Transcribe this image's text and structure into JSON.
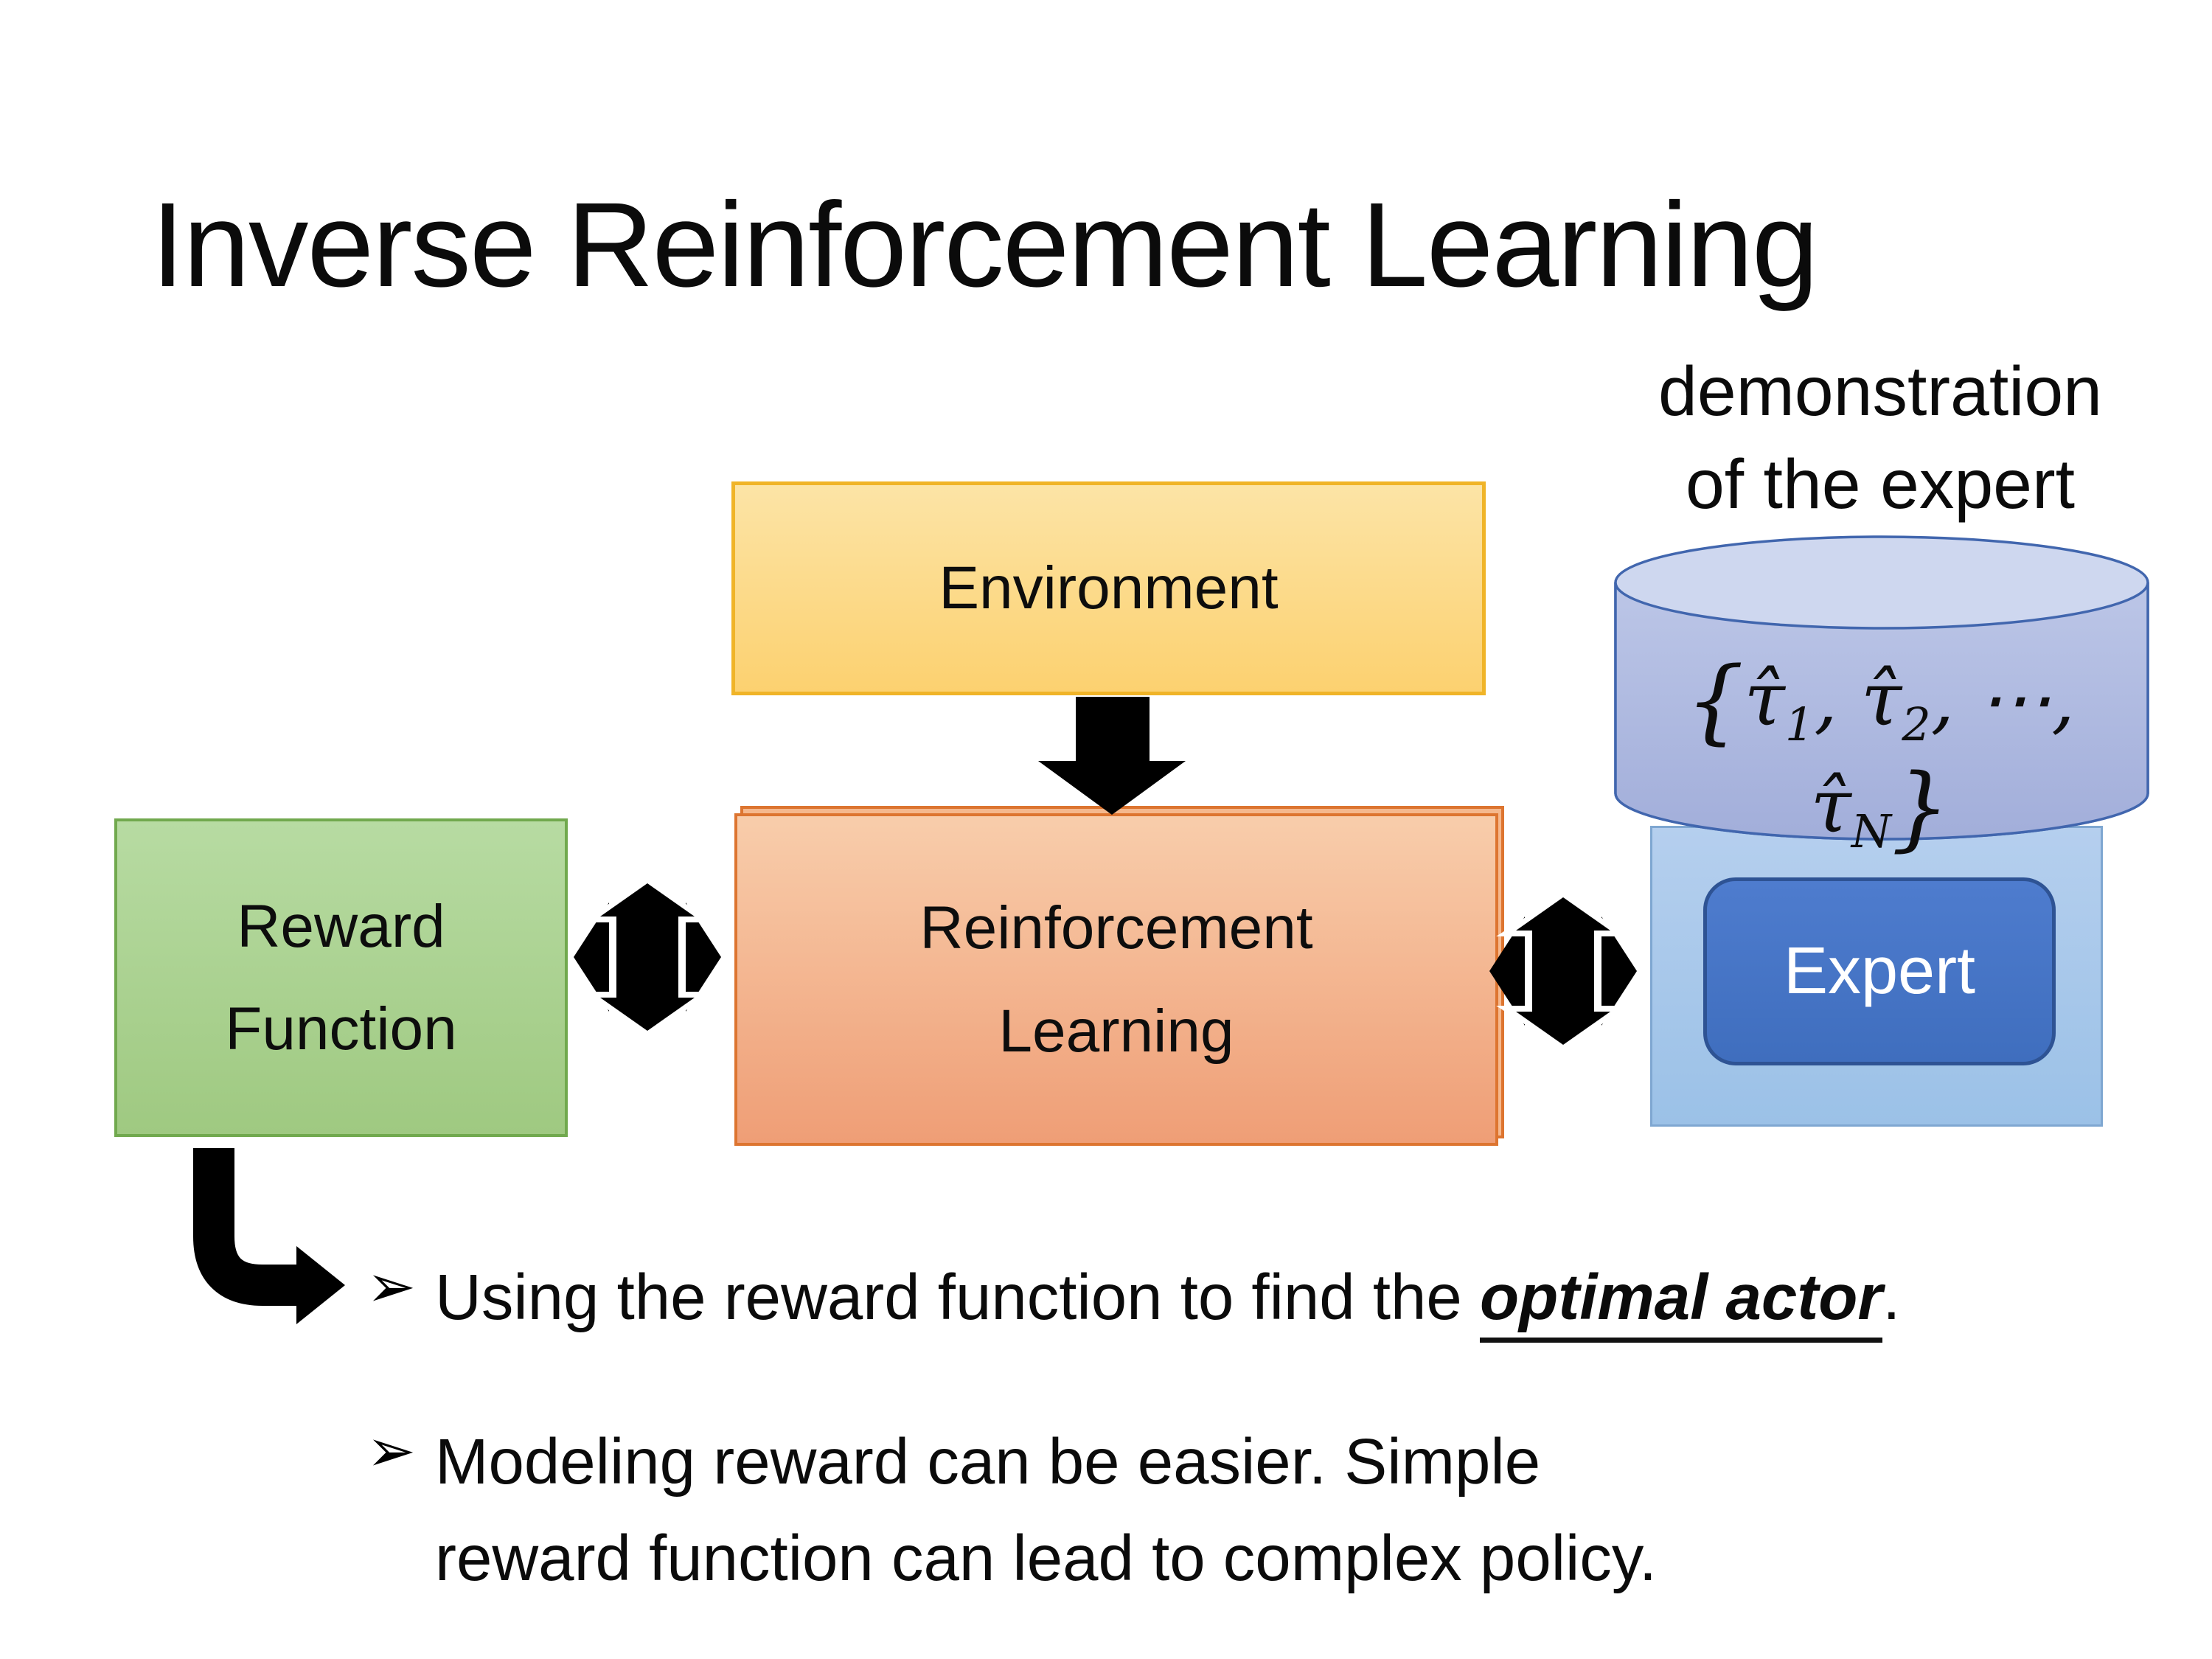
{
  "slide": {
    "title": "Inverse Reinforcement Learning",
    "annotation": {
      "line1": "demonstration",
      "line2": "of the expert"
    },
    "boxes": {
      "environment": {
        "label": "Environment"
      },
      "reward": {
        "line1": "Reward",
        "line2": "Function"
      },
      "reinforcement": {
        "line1": "Reinforcement",
        "line2": "Learning"
      },
      "expert": {
        "label": "Expert"
      }
    },
    "cylinder": {
      "formula": {
        "open": "{",
        "t1": "τ̂",
        "s1": "1",
        "c1": ", ",
        "t2": "τ̂",
        "s2": "2",
        "c2": ", ",
        "dots": "⋯",
        "c3": ", ",
        "tN": "τ̂",
        "sN": "N",
        "close": "}"
      }
    },
    "bullets": {
      "b1": {
        "marker": "➢",
        "prefix": "Using the reward function to find the ",
        "emphasis": "optimal actor",
        "suffix": "."
      },
      "b2": {
        "marker": "➢",
        "text": "Modeling reward can be easier. Simple reward function can lead to complex policy."
      }
    },
    "colors": {
      "environment_fill_top": "#FCE4A6",
      "environment_fill_bottom": "#FCD170",
      "environment_border": "#F0B428",
      "reward_fill_top": "#B7DBA2",
      "reward_fill_bottom": "#9FC981",
      "reward_border": "#71A94E",
      "rl_fill_top": "#F8CDAB",
      "rl_fill_bottom": "#EF9E76",
      "rl_border": "#DD7530",
      "cylinder_body": "#AEB9DF",
      "cylinder_top": "#CED7EF",
      "cylinder_border": "#4166AE",
      "expert_panel_fill": "#A8C8EA",
      "expert_panel_border": "#7FA7D1",
      "expert_fill": "#4472C4",
      "expert_border": "#2E5394",
      "expert_text": "#FFFFFF",
      "arrow_black": "#000000",
      "text_black": "#0B0B0B"
    }
  }
}
